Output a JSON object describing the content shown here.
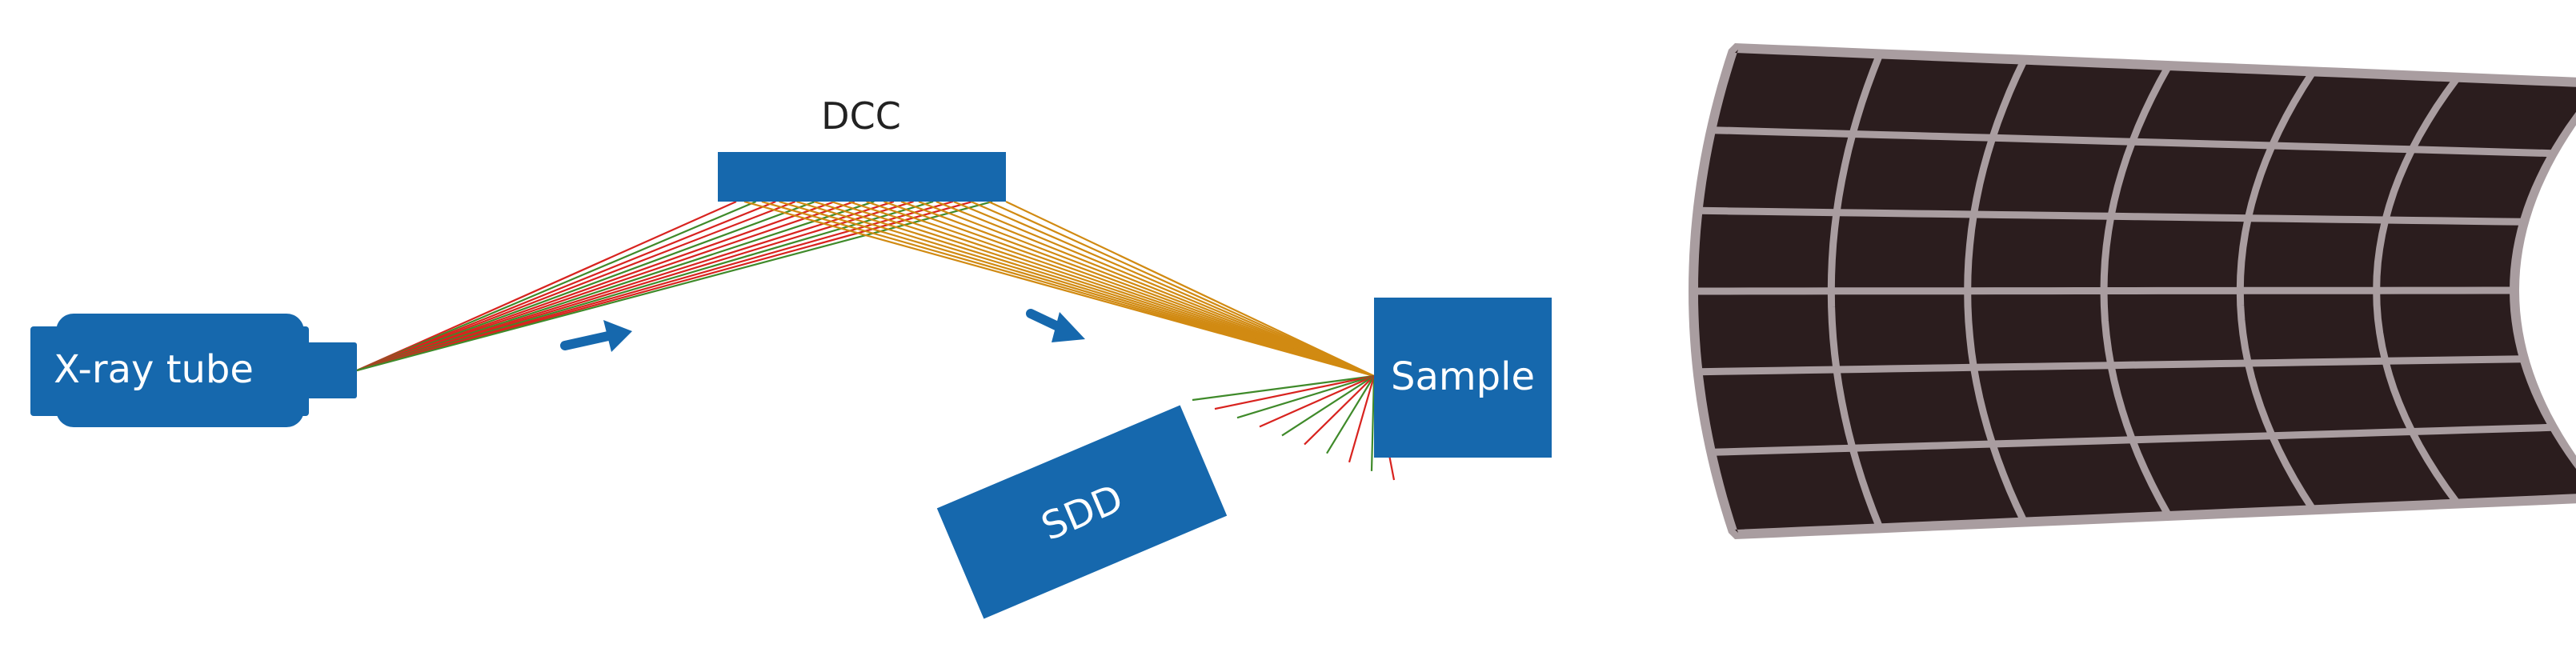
{
  "colors": {
    "box_blue": "#1668ad",
    "text_on_blue": "#ffffff",
    "label_text": "#222222",
    "ray_red": "#d8231f",
    "ray_green": "#3f8a2a",
    "ray_orange": "#d18a12",
    "crystal_fill": "#2b1d1e",
    "crystal_frame": "#a99da0"
  },
  "diagram": {
    "tube_label": "X-ray tube",
    "dcc_label": "DCC",
    "sample_label": "Sample",
    "sdd_label": "SDD"
  }
}
